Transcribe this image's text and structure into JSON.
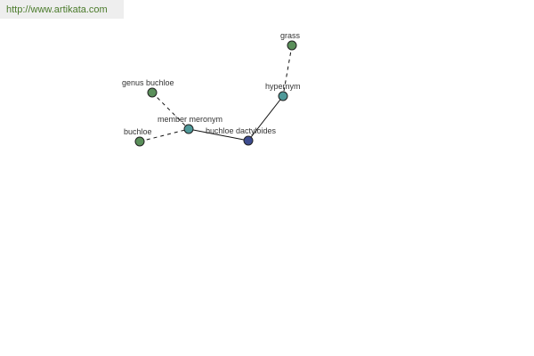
{
  "header": {
    "url": "http://www.artikata.com"
  },
  "colors": {
    "term": "#5a8f5a",
    "relation": "#4f9999",
    "focus": "#3d4c8f"
  },
  "nodes": [
    {
      "id": "grass",
      "label": "grass",
      "kind": "term"
    },
    {
      "id": "hypernym",
      "label": "hypernym",
      "kind": "relation"
    },
    {
      "id": "genus-buchloe",
      "label": "genus buchloe",
      "kind": "term"
    },
    {
      "id": "member-meronym",
      "label": "member meronym",
      "kind": "relation"
    },
    {
      "id": "buchloe",
      "label": "buchloe",
      "kind": "term"
    },
    {
      "id": "buchloe-dactyloides",
      "label": "buchloe dactyloides",
      "kind": "focus"
    }
  ],
  "edges": [
    {
      "from": "grass",
      "to": "hypernym",
      "style": "dashed"
    },
    {
      "from": "hypernym",
      "to": "buchloe-dactyloides",
      "style": "solid"
    },
    {
      "from": "genus-buchloe",
      "to": "member-meronym",
      "style": "dashed"
    },
    {
      "from": "buchloe",
      "to": "member-meronym",
      "style": "dashed"
    },
    {
      "from": "member-meronym",
      "to": "buchloe-dactyloides",
      "style": "solid"
    }
  ]
}
